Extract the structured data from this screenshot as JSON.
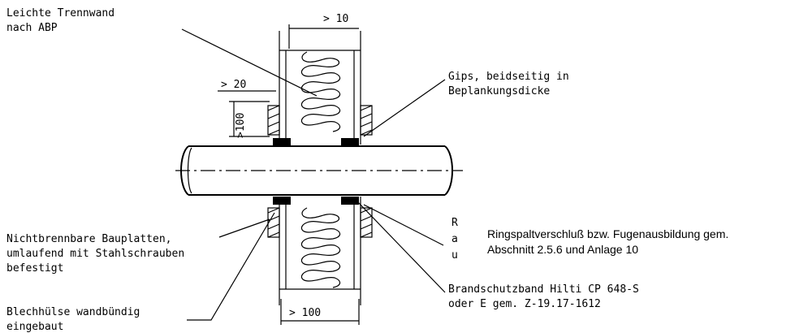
{
  "labels": {
    "wall_line1": "Leichte Trennwand",
    "wall_line2": "nach ABP",
    "dim_top": "> 10",
    "dim_left": "> 20",
    "dim_vertical": ">100",
    "dim_bottom": "> 100",
    "gips_line1": "Gips, beidseitig in",
    "gips_line2": "Beplankungsdicke",
    "boards_line1": "Nichtbrennbare Bauplatten,",
    "boards_line2": "umlaufend mit Stahlschrauben",
    "boards_line3": "befestigt",
    "sleeve_line1": "Blechhülse wandbündig",
    "sleeve_line2": "eingebaut",
    "ring_line1": "Ringspaltverschluß bzw. Fugenausbildung gem.",
    "ring_line2": "Abschnitt 2.5.6 und Anlage 10",
    "ring_fragment_1": "R",
    "ring_fragment_2": "a",
    "ring_fragment_3": "u",
    "band_line1": "Brandschutzband Hilti CP 648-S",
    "band_line2": "oder E gem. Z-19.17-1612"
  }
}
